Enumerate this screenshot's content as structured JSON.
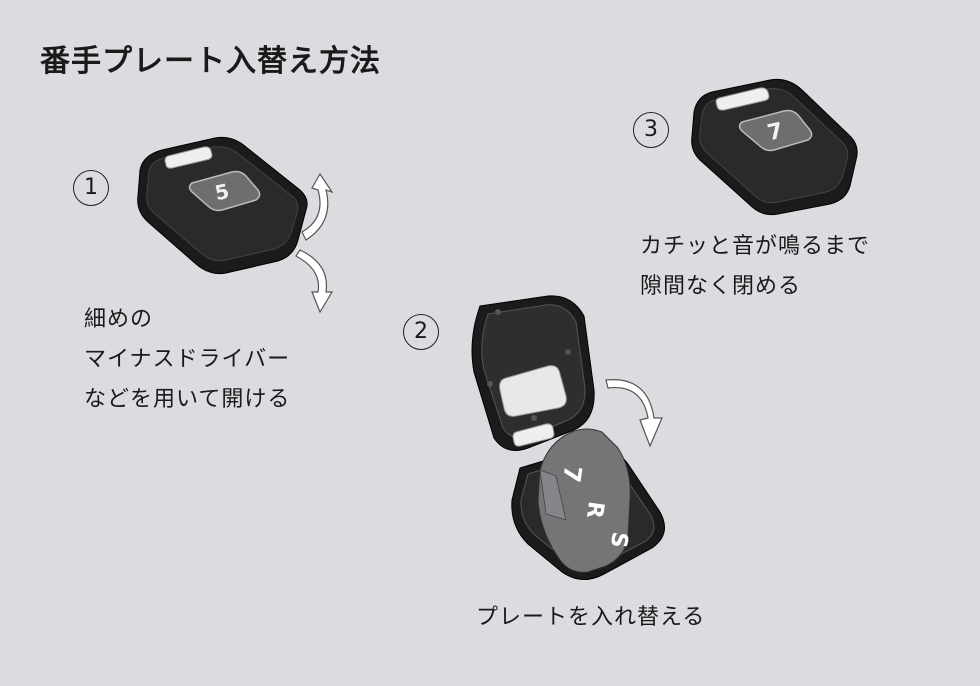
{
  "title": "番手プレート入替え方法",
  "steps": [
    {
      "number": "1",
      "lines": [
        "細めの",
        "マイナスドライバー",
        "などを用いて開ける"
      ]
    },
    {
      "number": "2",
      "lines": [
        "プレートを入れ替える"
      ]
    },
    {
      "number": "3",
      "lines": [
        "カチッと音が鳴るまで",
        "隙間なく閉める"
      ]
    }
  ],
  "plate_numbers": {
    "before": "5",
    "after": "7"
  },
  "flap_letters": [
    "7",
    "R",
    "S"
  ],
  "colors": {
    "background": "#dcdbe0",
    "device_body": "#1b1b1b",
    "arrow": "#ffffff"
  }
}
